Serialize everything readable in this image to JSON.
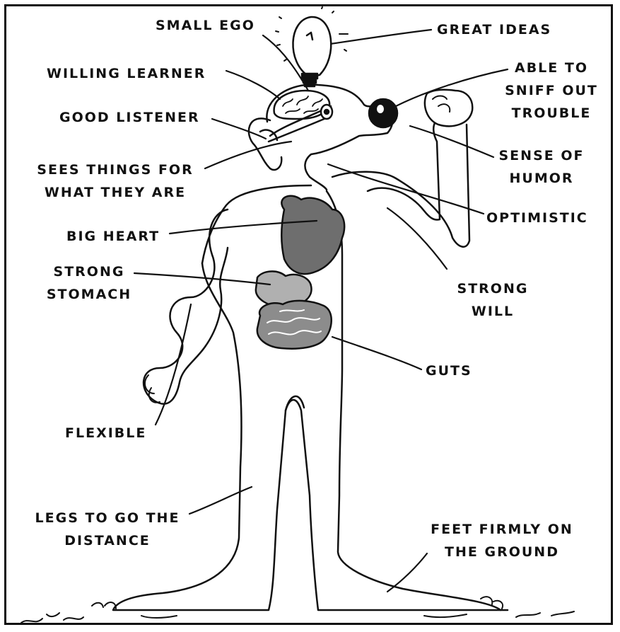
{
  "labels": {
    "small_ego": "SMALL EGO",
    "great_ideas": "GREAT IDEAS",
    "willing_learner": "WILLING LEARNER",
    "able_to_sniff": "ABLE TO\nSNIFF OUT\nTROUBLE",
    "good_listener": "GOOD LISTENER",
    "sense_of_humor": "SENSE OF\nHUMOR",
    "sees_things": "SEES THINGS FOR\nWHAT THEY ARE",
    "optimistic": "OPTIMISTIC",
    "big_heart": "BIG HEART",
    "strong_stomach": "STRONG\nSTOMACH",
    "strong_will": "STRONG\nWILL",
    "guts": "GUTS",
    "flexible": "FLEXIBLE",
    "legs": "LEGS TO GO THE\nDISTANCE",
    "feet": "FEET FIRMLY ON\nTHE GROUND"
  },
  "colors": {
    "ink": "#111111",
    "heart_fill": "#6e6e6e",
    "stomach_fill": "#b0b0b0",
    "guts_fill": "#8c8c8c"
  }
}
